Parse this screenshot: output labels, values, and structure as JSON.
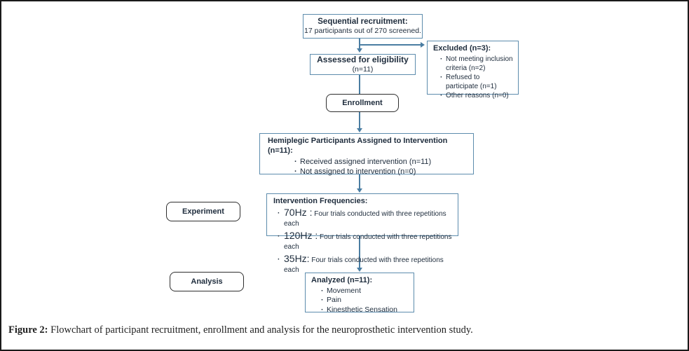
{
  "figure": {
    "caption_label": "Figure 2:",
    "caption_text": " Flowchart of participant recruitment, enrollment and analysis for the neuroprosthetic intervention study."
  },
  "colors": {
    "box_border": "#5d8cad",
    "connector": "#4a7da2",
    "stage_box_border": "#2e2e2e",
    "text": "#1e2c3c",
    "frame_border": "#1a1a1a"
  },
  "flowchart": {
    "sequential": {
      "title": "Sequential recruitment:",
      "subtitle": "17 participants out of 270 screened."
    },
    "excluded": {
      "title": "Excluded (n=3):",
      "items": [
        "Not meeting inclusion criteria (n=2)",
        "Refused to participate (n=1)",
        "Other reasons (n=0)"
      ]
    },
    "assessed": {
      "title": "Assessed for eligibility",
      "subtitle": "(n=11)"
    },
    "enrollment": {
      "label": "Enrollment"
    },
    "hemiplegic": {
      "title": "Hemiplegic Participants Assigned to Intervention (n=11):",
      "items": [
        "Received assigned intervention (n=11)",
        "Not assigned to intervention (n=0)"
      ]
    },
    "experiment": {
      "label": "Experiment"
    },
    "intervention": {
      "title": "Intervention Frequencies:",
      "items": [
        {
          "freq": "70Hz :",
          "desc": "Four trials conducted with three repetitions each"
        },
        {
          "freq": "120Hz :",
          "desc": "Four trials conducted with three repetitions each"
        },
        {
          "freq": "35Hz:",
          "desc": "Four trials conducted with three repetitions each"
        }
      ]
    },
    "analysis": {
      "label": "Analysis"
    },
    "analyzed": {
      "title": "Analyzed (n=11):",
      "items": [
        "Movement",
        "Pain",
        "Kinesthetic Sensation"
      ]
    }
  }
}
